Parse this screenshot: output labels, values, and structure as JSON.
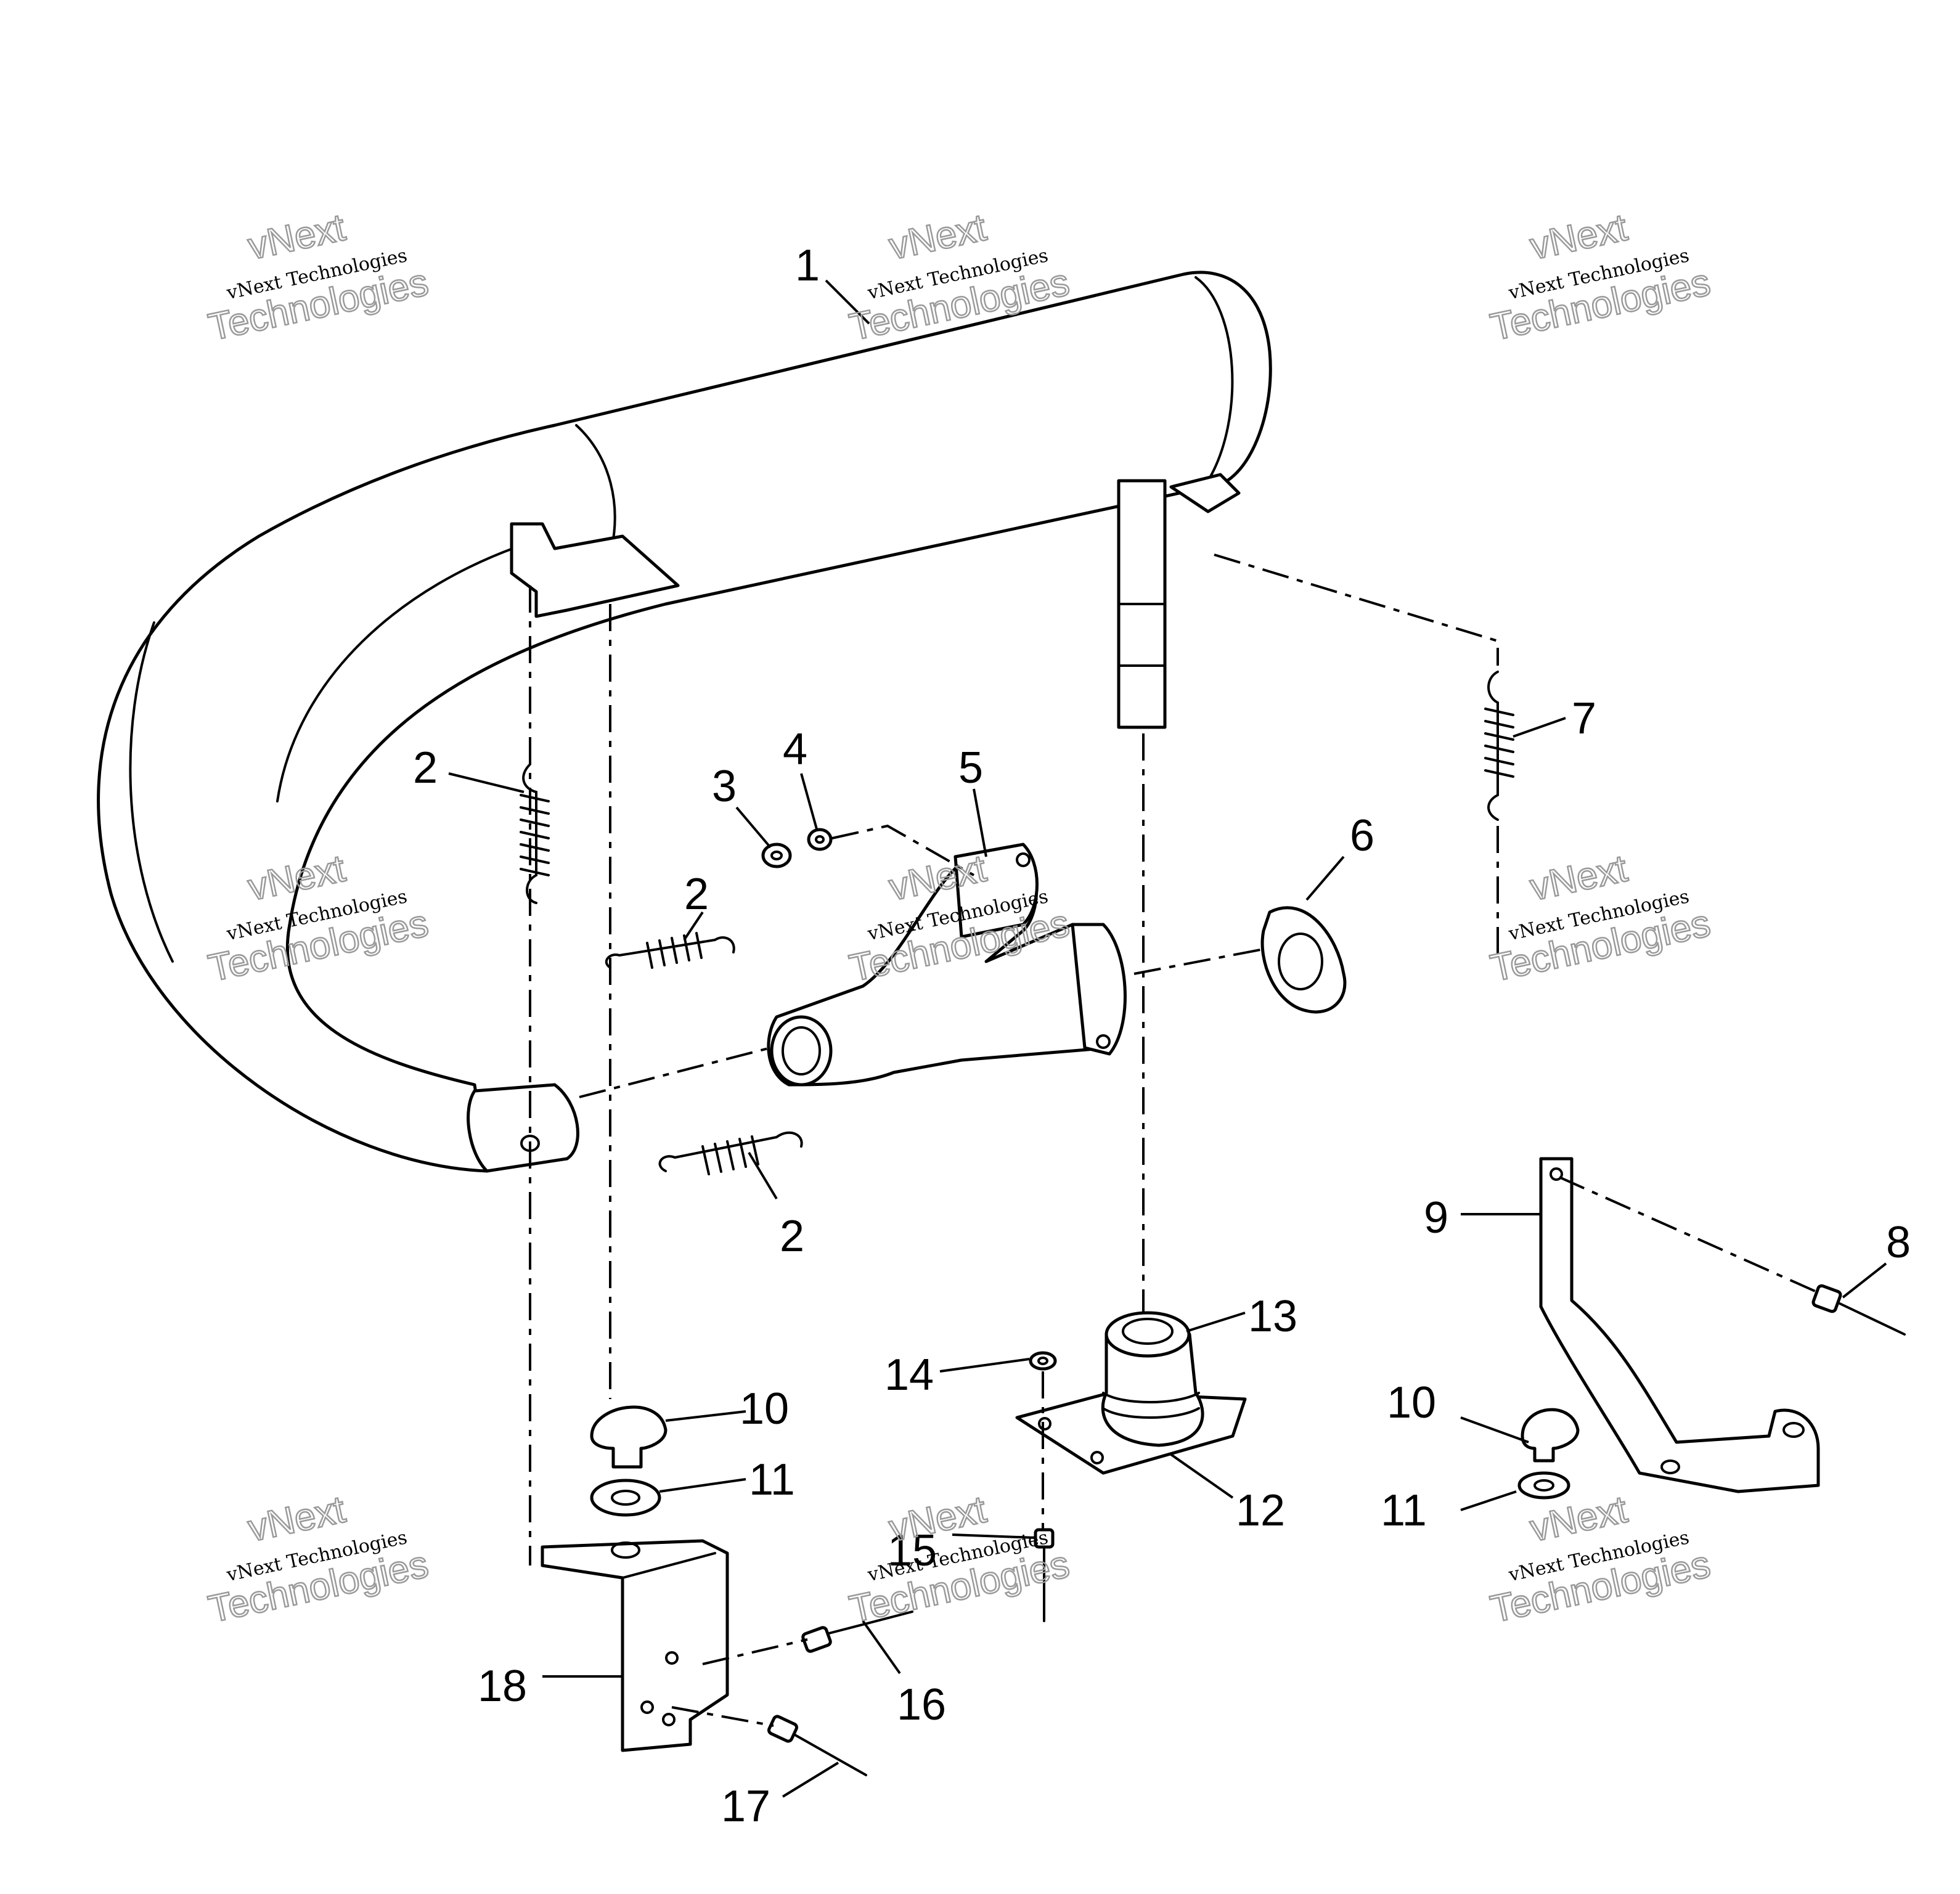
{
  "callouts": [
    {
      "label": "1"
    },
    {
      "label": "2"
    },
    {
      "label": "2"
    },
    {
      "label": "2"
    },
    {
      "label": "3"
    },
    {
      "label": "4"
    },
    {
      "label": "5"
    },
    {
      "label": "6"
    },
    {
      "label": "7"
    },
    {
      "label": "8"
    },
    {
      "label": "9"
    },
    {
      "label": "10"
    },
    {
      "label": "10"
    },
    {
      "label": "11"
    },
    {
      "label": "11"
    },
    {
      "label": "12"
    },
    {
      "label": "13"
    },
    {
      "label": "14"
    },
    {
      "label": "15"
    },
    {
      "label": "16"
    },
    {
      "label": "17"
    },
    {
      "label": "18"
    }
  ],
  "watermark": {
    "line1": "vNext",
    "line2": "vNext Technologies",
    "line3": "Technologies"
  },
  "colors": {
    "ink": "#000000",
    "paper": "#ffffff",
    "watermark": "#9a9a9a"
  }
}
